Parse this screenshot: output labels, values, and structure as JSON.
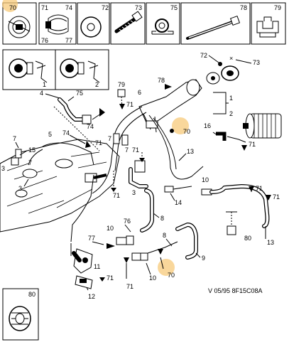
{
  "parts": {
    "p70": "70",
    "p71": "71",
    "p72": "72",
    "p73": "73",
    "p74": "74",
    "p75": "75",
    "p76": "76",
    "p77": "77",
    "p78": "78",
    "p79": "79",
    "p80": "80",
    "p1": "1",
    "p2": "2",
    "p3": "3",
    "p5": "5",
    "p6": "6",
    "p7": "7",
    "p8": "8",
    "p9": "9",
    "p10": "10",
    "p11": "11",
    "p12": "12",
    "p13": "13",
    "p14": "14",
    "p15": "15",
    "p16": "16"
  },
  "reference": "V 05/95  8F15C08A",
  "highlight_color": "#f7c97a"
}
